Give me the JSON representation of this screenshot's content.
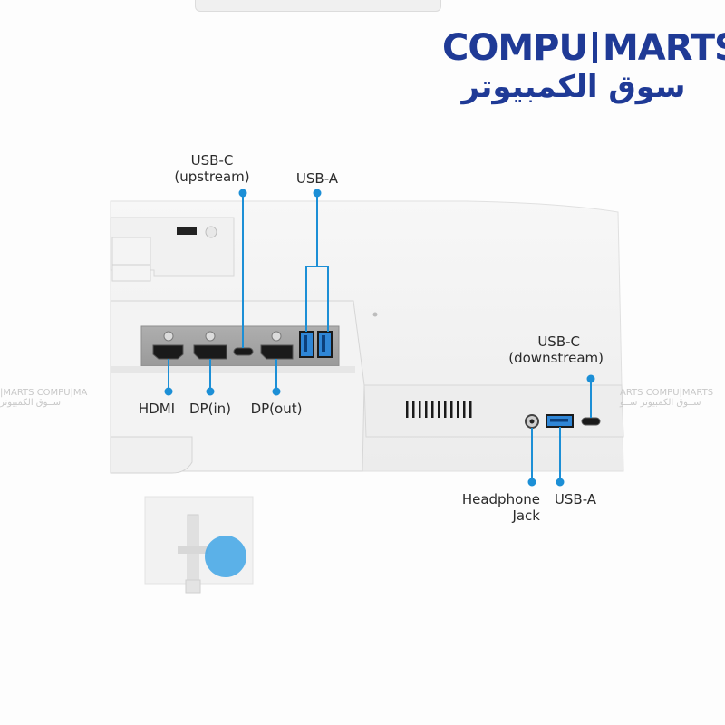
{
  "brand": {
    "name_left": "COMPU",
    "name_right": "MARTS",
    "name_arabic": "سوق الكمبيوتر"
  },
  "watermark": {
    "left_text": "|MARTS COMPU|MA",
    "left_arabic": "ســوق الكمبيوتر",
    "right_text": "ARTS COMPU|MARTS",
    "right_arabic": "ســوق الكمبيوتر ســو"
  },
  "ports": {
    "usb_c_upstream": {
      "line1": "USB-C",
      "line2": "(upstream)"
    },
    "usb_a_rear": {
      "label": "USB-A"
    },
    "hdmi": {
      "label": "HDMI"
    },
    "dp_in": {
      "label": "DP(in)"
    },
    "dp_out": {
      "label": "DP(out)"
    },
    "usb_c_downstream": {
      "line1": "USB-C",
      "line2": "(downstream)"
    },
    "headphone_jack": {
      "line1": "Headphone",
      "line2": "Jack"
    },
    "usb_a_side": {
      "label": "USB-A"
    }
  },
  "colors": {
    "brand_blue": "#1f3a96",
    "callout_blue": "#1c8fd6",
    "usb_a_blue": "#2f86d6",
    "highlight_circle": "#41a6e6"
  }
}
